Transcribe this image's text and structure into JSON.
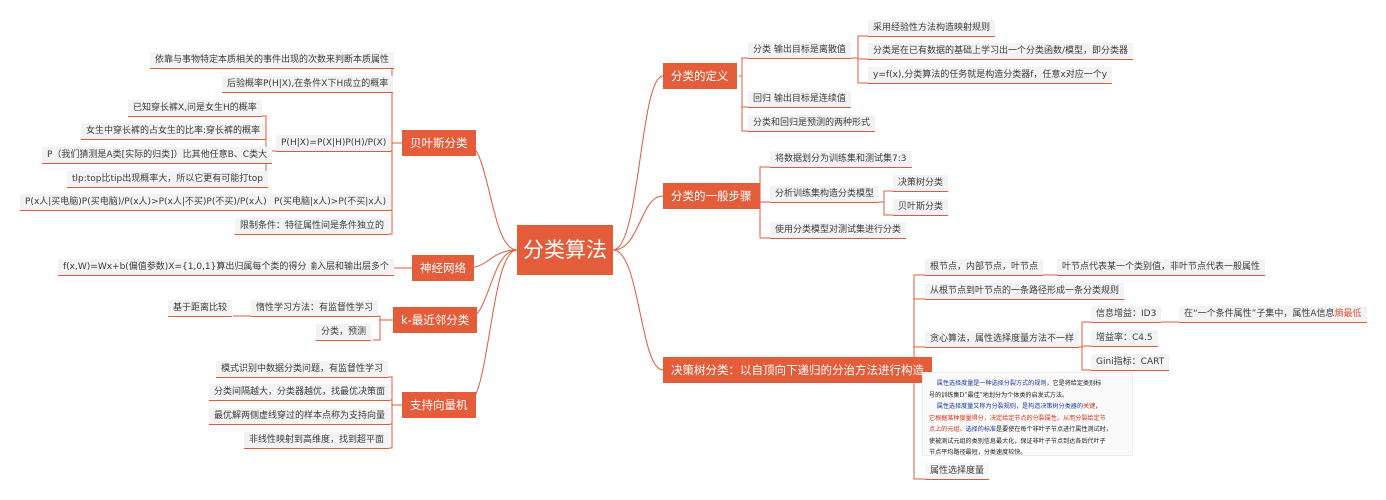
{
  "root": "分类算法",
  "colors": {
    "accent": "#e35d3a",
    "line": "#e0593a",
    "note_blue": "#1a39a8",
    "note_red": "#d2321e"
  },
  "branches": {
    "definition": {
      "label": "分类的定义",
      "classification": "分类 输出目标是离散值",
      "cls_items": [
        "采用经验性方法构造映射规则",
        "分类是在已有数据的基础上学习出一个分类函数/模型，即分类器",
        "y=f(x),分类算法的任务就是构造分类器f，任意x对应一个y"
      ],
      "regression": "回归 输出目标是连续值",
      "both": "分类和回归是预测的两种形式"
    },
    "steps": {
      "label": "分类的一般步骤",
      "split": "将数据划分为训练集和测试集7:3",
      "build": "分析训练集构造分类模型",
      "models": [
        "决策树分类",
        "贝叶斯分类"
      ],
      "evaluate": "使用分类模型对测试集进行分类"
    },
    "tree": {
      "label": "决策树分类：以自顶向下递归的分治方法进行构造",
      "nodes": "根节点，内部节点，叶节点",
      "nodes_desc": "叶节点代表某一个类别值，非叶节点代表一般属性",
      "path": "从根节点到叶节点的一条路径形成一条分类规则",
      "greedy": "贪心算法，属性选择度量方法不一样",
      "measures": [
        "信息增益：ID3",
        "增益率：C4.5",
        "Gini指标：CART"
      ],
      "measure_note_prefix": "在“一个条件属性”子集中，属性A信息",
      "measure_note_highlight": "熵最低",
      "note_label": "属性选择度量",
      "note": {
        "l1a": "属性选择度量是一种选择分裂方式的规则",
        "l1b": "，它是将给定类别标",
        "l2": "号的训练集D“最佳”地划分为个体类的启发式方法。",
        "l3a": "属性选择度量又称为分裂规则，是构造决策树分类器的",
        "l3b": "关键",
        "l3c": "，",
        "l4a": "它根据某种度量得分，决定给定节点的分裂属性。从而分裂给定节",
        "l5a": "点上的元组。",
        "l5b": "选择的标准",
        "l5c": "是要使在每个非叶子节点进行属性测试时，",
        "l6": "使被测试元组的类别信息最大化，保证非叶子节点到达各后代叶子",
        "l7": "节点平均路径最短，分类速度较快。"
      }
    },
    "bayes": {
      "label": "贝叶斯分类",
      "a": "依靠与事物特定本质相关的事件出现的次数来判断本质属性",
      "b": "后验概率P(H|X),在条件X下H成立的概率",
      "formula": "P(H|X)=P(X|H)P(H)/P(X)",
      "formula_items": [
        "已知穿长裤X,问是女生H的概率",
        "女生中穿长裤的占女生的比率:穿长裤的概率",
        "P（我们猜测是A类[实际的归类]）比其他任意B、C类大",
        "tlp:top比tip出现概率大，所以它更有可能打top"
      ],
      "compare": "P(买电脑|x人)>P(不买|x人)",
      "compare_item": "P(x人|买电脑)P(买电脑)/P(x人)>P(x人|不买)P(不买)/P(x人)",
      "limit": "限制条件：特征属性间是条件独立的"
    },
    "nn": {
      "label": "神经网络",
      "a": "输入层和输出层多个",
      "a_item": "f(x,W)=Wx+b(偏值参数)X={1,0,1}算出归属每个类的得分"
    },
    "knn": {
      "label": "k-最近邻分类",
      "a": "惰性学习方法：有监督性学习",
      "a_item": "基于距离比较",
      "b": "分类，预测"
    },
    "svm": {
      "label": "支持向量机",
      "items": [
        "模式识别中数据分类问题，有监督性学习",
        "分类间隔越大，分类器越优，找最优决策面",
        "最优解两侧虚线穿过的样本点称为支持向量",
        "非线性映射到高维度，找到超平面"
      ]
    }
  }
}
